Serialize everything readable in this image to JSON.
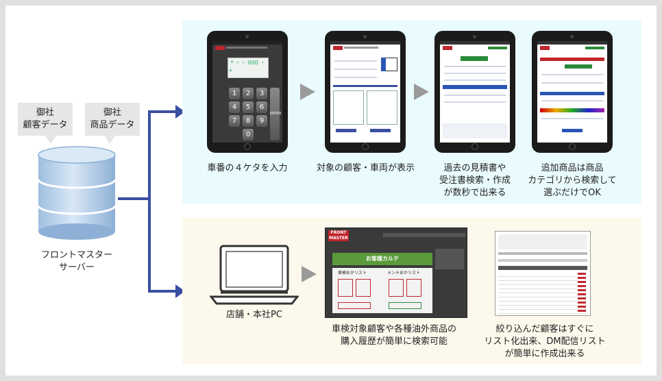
{
  "callouts": {
    "customer_data": [
      "御社",
      "顧客データ"
    ],
    "product_data": [
      "御社",
      "商品データ"
    ]
  },
  "server_label": [
    "フロントマスター",
    "サーバー"
  ],
  "steps": [
    {
      "caption": [
        "車番の４ケタを入力"
      ]
    },
    {
      "caption": [
        "対象の顧客・車両が表示"
      ]
    },
    {
      "caption": [
        "過去の見積書や",
        "受注書検索・作成",
        "が数秒で出来る"
      ]
    },
    {
      "caption": [
        "追加商品は商品",
        "カテゴリから検索して",
        "選ぶだけでOK"
      ]
    }
  ],
  "keypad": {
    "display": "* ・・ 000 ・",
    "keys": [
      "1",
      "2",
      "3",
      "4",
      "5",
      "6",
      "7",
      "8",
      "9",
      "0"
    ],
    "enter": "ENTER"
  },
  "pc_label": "店舗・本社PC",
  "bottom_captions": {
    "search": [
      "車検対象顧客や各種油外商品の",
      "購入履歴が簡単に検索可能"
    ],
    "list": [
      "絞り込んだ顧客はすぐに",
      "リスト化出来、DM配信リスト",
      "が簡単に作成出来る"
    ]
  },
  "app_screen": {
    "logo": "FRONT MASTER",
    "karte_button": "お客様カルテ",
    "sections": [
      "車検おかリスト",
      "メンテおかリスト"
    ]
  },
  "colors": {
    "blue_connector": "#3a4fa0",
    "panel_top": "#e9fbfd",
    "panel_bottom": "#fcf8ec",
    "arrow_grey": "#9a9a9a",
    "db_blue": "#c8dcf0"
  }
}
